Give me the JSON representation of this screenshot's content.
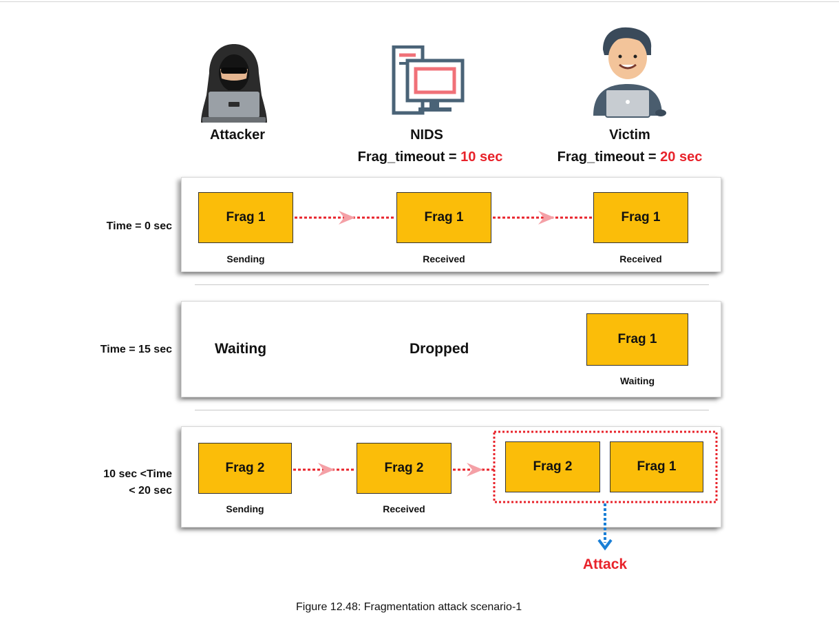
{
  "actors": {
    "attacker": {
      "label": "Attacker",
      "icon": "hooded-attacker-laptop-icon"
    },
    "nids": {
      "label": "NIDS",
      "timeout_prefix": "Frag_timeout = ",
      "timeout_value": "10 sec",
      "icon": "computer-monitor-icon"
    },
    "victim": {
      "label": "Victim",
      "timeout_prefix": "Frag_timeout = ",
      "timeout_value": "20 sec",
      "icon": "user-laptop-icon"
    }
  },
  "rows": [
    {
      "time_label": "Time = 0 sec",
      "frags": [
        "Frag 1",
        "Frag 1",
        "Frag 1"
      ],
      "captions": [
        "Sending",
        "Received",
        "Received"
      ]
    },
    {
      "time_label": "Time = 15 sec",
      "states": [
        "Waiting",
        "Dropped"
      ],
      "frags": [
        "Frag 1"
      ],
      "captions": [
        "Waiting"
      ]
    },
    {
      "time_label_lines": [
        "10 sec <Time",
        "< 20 sec"
      ],
      "frags": [
        "Frag 2",
        "Frag 2",
        "Frag 2",
        "Frag 1"
      ],
      "captions": [
        "Sending",
        "Received"
      ]
    }
  ],
  "attack_label": "Attack",
  "figure_caption": "Figure 12.48: Fragmentation attack scenario-1",
  "colors": {
    "frag_fill": "#fbbd09",
    "highlight_red": "#e8232b",
    "arrow_blue": "#1a7fd6",
    "arrow_pink": "#f4a0a6"
  }
}
